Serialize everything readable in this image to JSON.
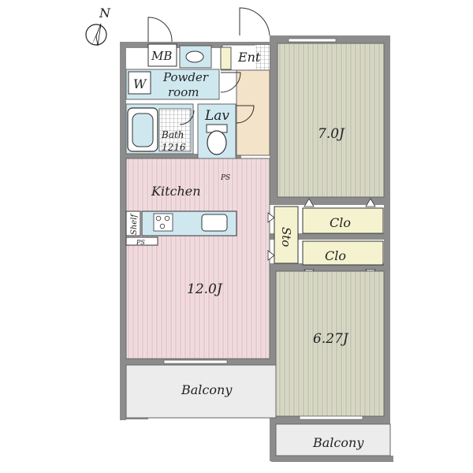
{
  "compass": {
    "north_label": "N"
  },
  "rooms": {
    "mb": "MB",
    "ent": "Ent",
    "w": "W",
    "powder_line1": "Powder",
    "powder_line2": "room",
    "lav": "Lav",
    "bath_line1": "Bath",
    "bath_line2": "1216",
    "ps_upper": "PS",
    "kitchen": "Kitchen",
    "shelf": "Shelf",
    "ps_lower": "PS",
    "sto": "Sto",
    "clo_upper": "Clo",
    "clo_lower": "Clo",
    "room_7": "7.0J",
    "room_12": "12.0J",
    "room_627": "6.27J",
    "balcony_left": "Balcony",
    "balcony_right": "Balcony"
  },
  "colors": {
    "wall": "#8c8c8c",
    "wet_area": "#cfe8f0",
    "entry_floor": "#f3e3c8",
    "wood_floor": "#dcdccb",
    "kitchen_floor": "#f1dfe2",
    "closet": "#f5f3cf",
    "balcony": "#ececec"
  }
}
